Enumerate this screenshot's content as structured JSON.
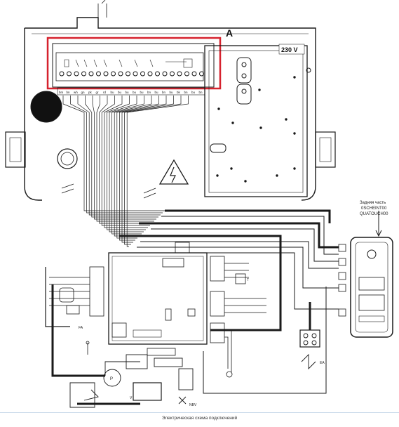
{
  "diagram": {
    "callout_letter": "A",
    "voltage_label": "230 V",
    "rear_panel_note": {
      "line1": "Задняя часть",
      "line2": "0SCHEINT00",
      "line3": "QUATOUCH00"
    },
    "caption": "Электрическая схема подключений",
    "terminal_labels": [
      "bm",
      "bn",
      "wh",
      "gn",
      "pk",
      "gr",
      "rd",
      "bu",
      "bu",
      "bu",
      "bu",
      "bu",
      "bn",
      "bu",
      "bn",
      "bu",
      "bk",
      "bn",
      "bu",
      "bn"
    ],
    "component_labels": {
      "nbv": "NBV",
      "v": "V",
      "fa": "FA",
      "t_sensor": "T",
      "pump": "P",
      "ea": "EA"
    },
    "colors": {
      "highlight_box": "#d6222e",
      "line": "#1a1a1a",
      "caption_bar": "#c9d9ea"
    }
  }
}
